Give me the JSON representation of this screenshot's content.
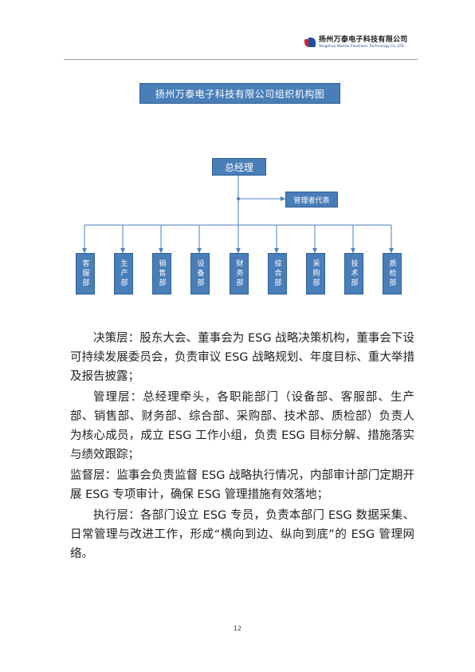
{
  "header": {
    "company_cn": "扬州万泰电子科技有限公司",
    "company_en": "Yangzhou Wantai Electronic Technology Co.,LTD"
  },
  "chart_title": "扬州万泰电子科技有限公司组织机构图",
  "org_chart": {
    "top": "总经理",
    "representative": "管理者代表",
    "departments": [
      "客服部",
      "生产部",
      "销售部",
      "设备部",
      "财务部",
      "综合部",
      "采购部",
      "技术部",
      "质检部"
    ]
  },
  "paragraphs": [
    "决策层：股东大会、董事会为 ESG 战略决策机构，董事会下设可持续发展委员会，负责审议 ESG 战略规划、年度目标、重大举措及报告披露；",
    "管理层：总经理牵头，各职能部门（设备部、客服部、生产部、销售部、财务部、综合部、采购部、技术部、质检部）负责人为核心成员，成立 ESG 工作小组，负责 ESG 目标分解、措施落实与绩效跟踪；",
    "监督层：监事会负责监督 ESG 战略执行情况，内部审计部门定期开展 ESG 专项审计，确保 ESG 管理措施有效落地；",
    "执行层：各部门设立 ESG 专员，负责本部门 ESG 数据采集、日常管理与改进工作，形成“横向到边、纵向到底”的 ESG 管理网络。"
  ],
  "page_number": "12"
}
